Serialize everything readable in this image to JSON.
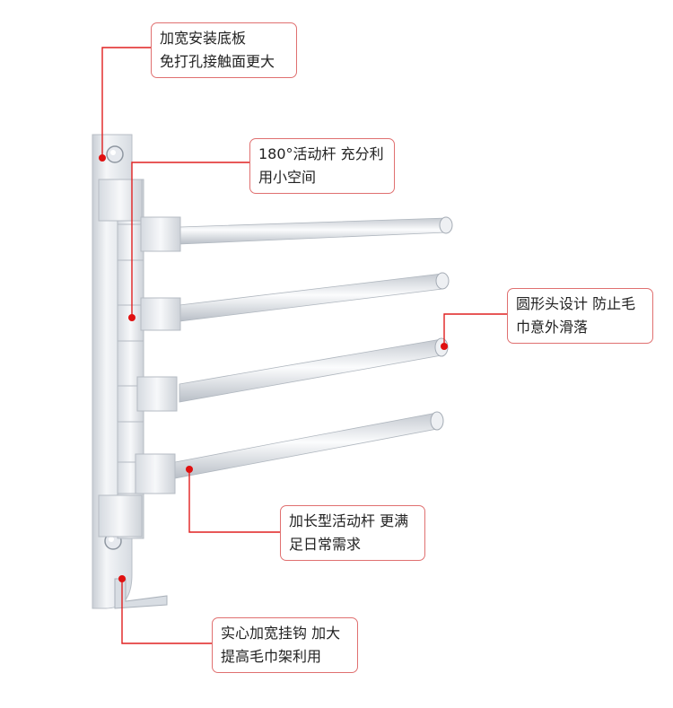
{
  "callouts": [
    {
      "id": "base-plate",
      "lines": [
        "加宽安装底板",
        "免打孔接触面更大"
      ]
    },
    {
      "id": "swing-arm",
      "lines": [
        "180°活动杆 充分利",
        "用小空间"
      ]
    },
    {
      "id": "round-tip",
      "lines": [
        "圆形头设计 防止毛",
        "巾意外滑落"
      ]
    },
    {
      "id": "long-bar",
      "lines": [
        "加长型活动杆 更满",
        "足日常需求"
      ]
    },
    {
      "id": "solid-hook",
      "lines": [
        "实心加宽挂钩 加大",
        "提高毛巾架利用"
      ]
    }
  ],
  "colors": {
    "accent": "#e02020",
    "callout_border": "#e07070",
    "metal": "#dfe3e8"
  }
}
